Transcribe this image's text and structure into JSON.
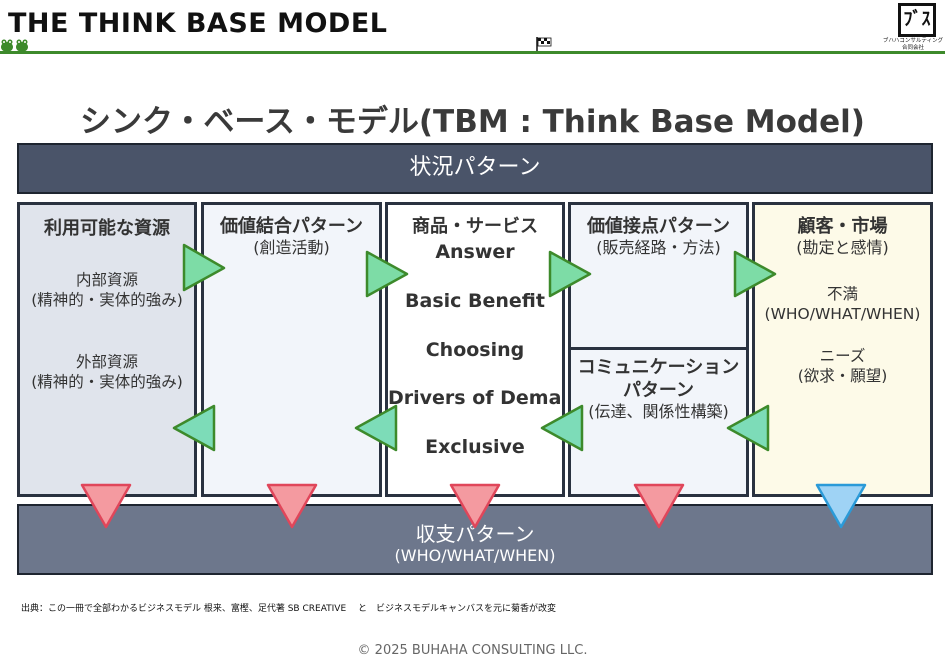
{
  "header": {
    "title": "THE THINK BASE MODEL",
    "logo_text": "ﾌﾞｽ",
    "logo_caption": "ブハハコンサルティング\n合同会社"
  },
  "main_title": "シンク・ベース・モデル(TBM : Think Base Model)",
  "top_band": "状況パターン",
  "bottom_band": {
    "line1": "収支パターン",
    "line2": "(WHO/WHAT/WHEN)"
  },
  "columns": {
    "resources": {
      "heading": "利用可能な資源",
      "internal": "内部資源",
      "internal_sub": "(精神的・実体的強み)",
      "external": "外部資源",
      "external_sub": "(精神的・実体的強み)"
    },
    "value_combination": {
      "heading": "価値結合パターン",
      "sub": "(創造活動)"
    },
    "product": {
      "heading": "商品・サービス",
      "items": [
        "Answer",
        "Basic Benefit",
        "Choosing",
        "Drivers of Demand",
        "Exclusive"
      ]
    },
    "value_contact": {
      "heading": "価値接点パターン",
      "sub": "(販売経路・方法)"
    },
    "communication": {
      "heading1": "コミュニケーション",
      "heading2": "パターン",
      "sub": "(伝達、関係性構築)"
    },
    "customer": {
      "heading": "顧客・市場",
      "sub": "(勘定と感情)",
      "dissatisfaction": "不満",
      "dissatisfaction_sub": "(WHO/WHAT/WHEN)",
      "needs": "ニーズ",
      "needs_sub": "(欲求・願望)"
    }
  },
  "colors": {
    "right_arrow": "#7ddca6",
    "left_arrow": "#7ddcb8",
    "arrow_outline": "#3d8a2b",
    "down_red": "#f49aa0",
    "down_red_outline": "#e0465a",
    "down_blue": "#9fd3f5",
    "down_blue_outline": "#2a9ad8",
    "band": "#4a5469",
    "header_rule": "#3d8a2b"
  },
  "footnote": "出典：この一冊で全部わかるビジネスモデル 根来、富樫、足代著 SB CREATIVE　 と　ビジネスモデルキャンバスを元に菊香が改変",
  "copyright": "© 2025 BUHAHA CONSULTING LLC."
}
